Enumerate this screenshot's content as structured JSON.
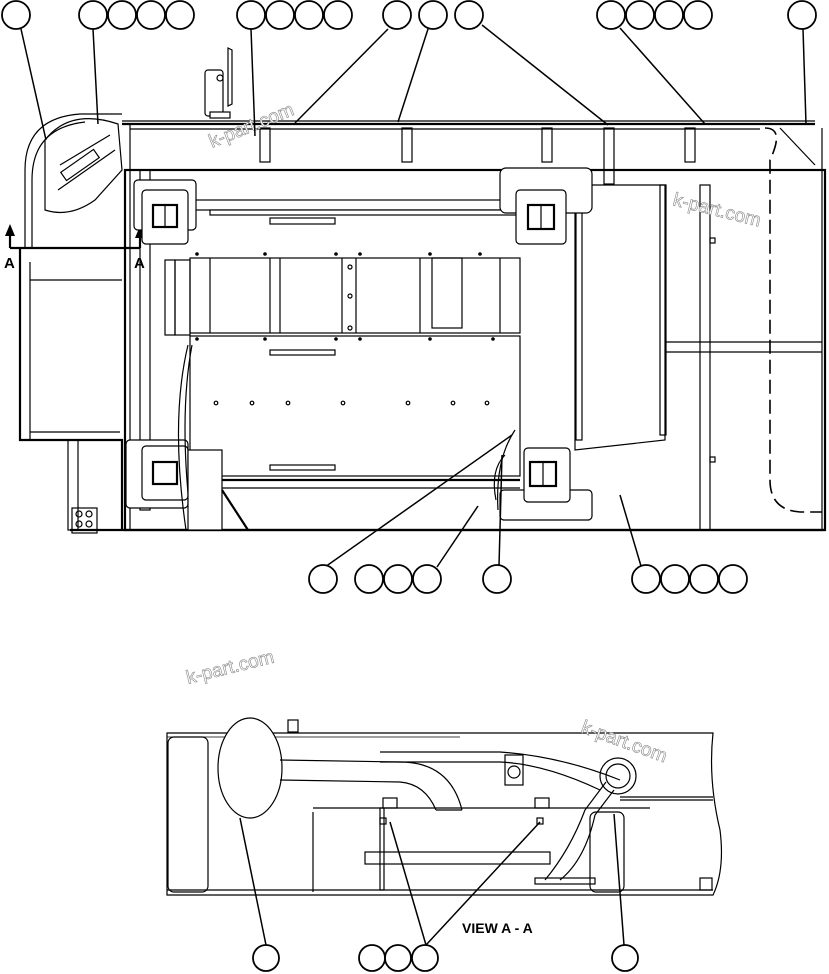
{
  "diagram": {
    "type": "parts-exploded-view",
    "views": [
      {
        "id": "top-view",
        "label": ""
      },
      {
        "id": "view-a-a",
        "label": "VIEW A - A"
      }
    ],
    "section_marker": {
      "letter": "A"
    },
    "watermarks": [
      "k-part.com",
      "k-part.com",
      "k-part.com",
      "k-part.com"
    ],
    "callout_groups": {
      "top": [
        {
          "count": 1,
          "label": ""
        },
        {
          "count": 4,
          "label": ""
        },
        {
          "count": 4,
          "label": ""
        },
        {
          "count": 1,
          "label": ""
        },
        {
          "count": 1,
          "label": ""
        },
        {
          "count": 4,
          "label": ""
        },
        {
          "count": 1,
          "label": ""
        }
      ],
      "middle": [
        {
          "count": 1,
          "label": ""
        },
        {
          "count": 3,
          "label": ""
        },
        {
          "count": 1,
          "label": ""
        },
        {
          "count": 4,
          "label": ""
        }
      ],
      "bottom": [
        {
          "count": 1,
          "label": ""
        },
        {
          "count": 3,
          "label": ""
        },
        {
          "count": 1,
          "label": ""
        }
      ]
    }
  }
}
